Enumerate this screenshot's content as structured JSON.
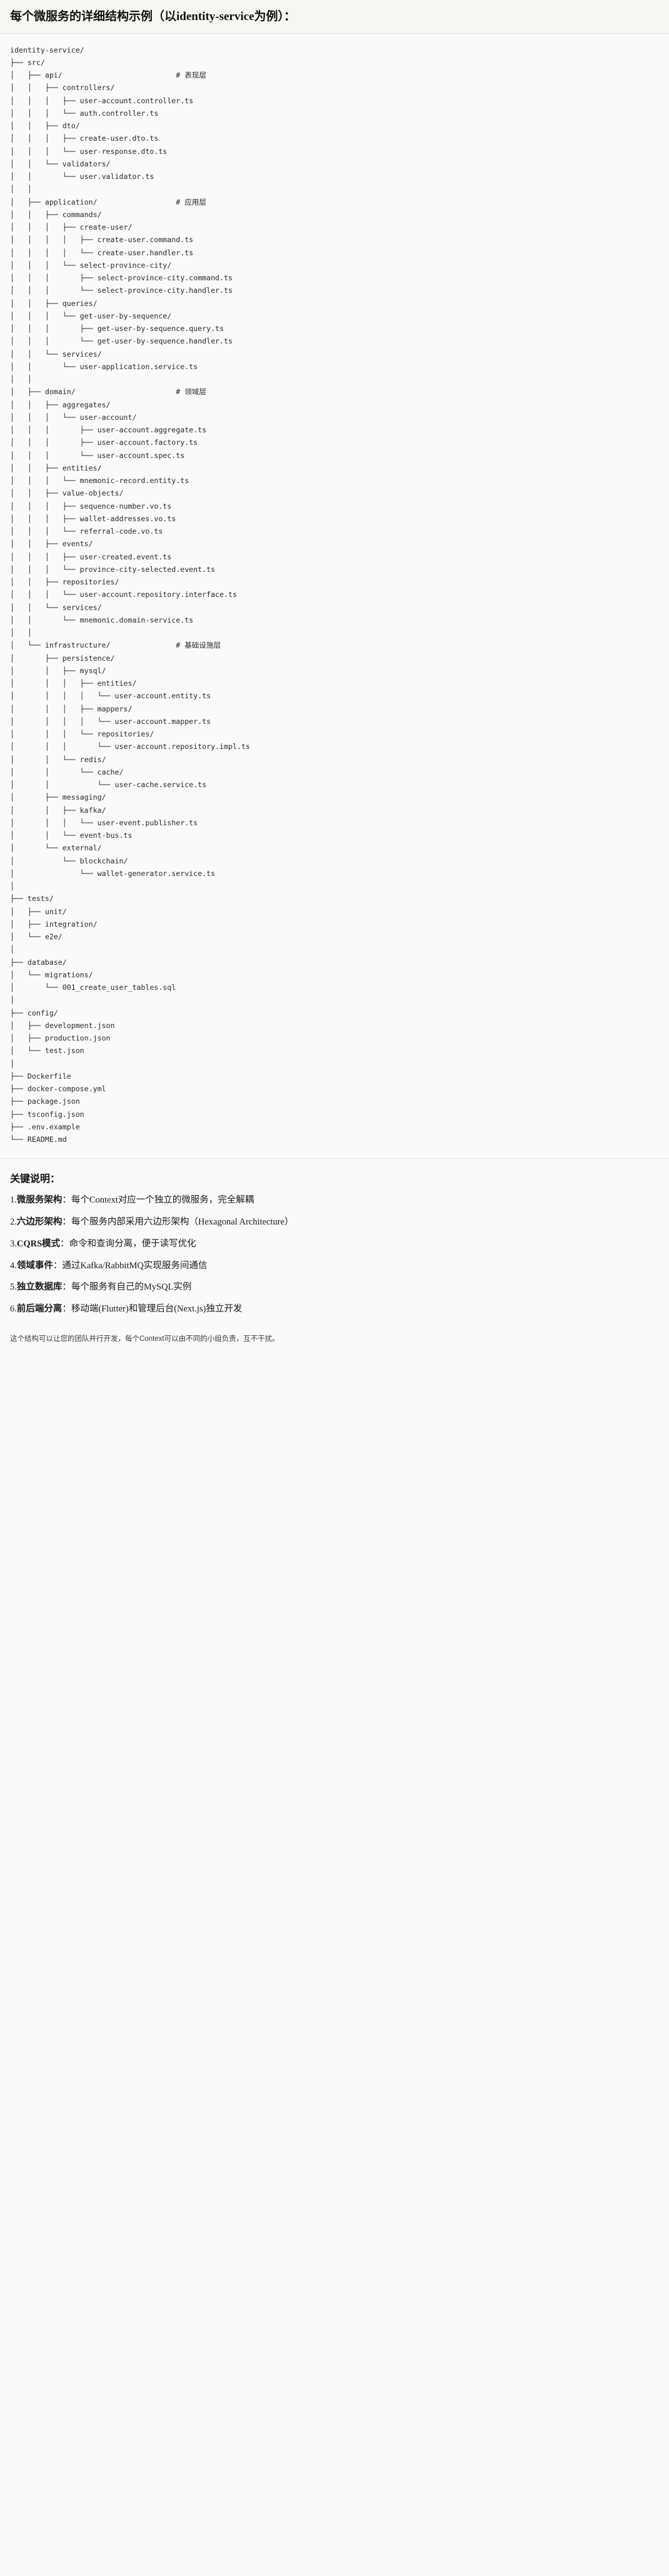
{
  "title": "每个微服务的详细结构示例（以identity-service为例）：",
  "tree": {
    "lines": [
      "identity-service/",
      "├── src/",
      "│   ├── api/                          # 表现层",
      "│   │   ├── controllers/",
      "│   │   │   ├── user-account.controller.ts",
      "│   │   │   └── auth.controller.ts",
      "│   │   ├── dto/",
      "│   │   │   ├── create-user.dto.ts",
      "│   │   │   └── user-response.dto.ts",
      "│   │   └── validators/",
      "│   │       └── user.validator.ts",
      "│   │",
      "│   ├── application/                  # 应用层",
      "│   │   ├── commands/",
      "│   │   │   ├── create-user/",
      "│   │   │   │   ├── create-user.command.ts",
      "│   │   │   │   └── create-user.handler.ts",
      "│   │   │   └── select-province-city/",
      "│   │   │       ├── select-province-city.command.ts",
      "│   │   │       └── select-province-city.handler.ts",
      "│   │   ├── queries/",
      "│   │   │   └── get-user-by-sequence/",
      "│   │   │       ├── get-user-by-sequence.query.ts",
      "│   │   │       └── get-user-by-sequence.handler.ts",
      "│   │   └── services/",
      "│   │       └── user-application.service.ts",
      "│   │",
      "│   ├── domain/                       # 领域层",
      "│   │   ├── aggregates/",
      "│   │   │   └── user-account/",
      "│   │   │       ├── user-account.aggregate.ts",
      "│   │   │       ├── user-account.factory.ts",
      "│   │   │       └── user-account.spec.ts",
      "│   │   ├── entities/",
      "│   │   │   └── mnemonic-record.entity.ts",
      "│   │   ├── value-objects/",
      "│   │   │   ├── sequence-number.vo.ts",
      "│   │   │   ├── wallet-addresses.vo.ts",
      "│   │   │   └── referral-code.vo.ts",
      "│   │   ├── events/",
      "│   │   │   ├── user-created.event.ts",
      "│   │   │   └── province-city-selected.event.ts",
      "│   │   ├── repositories/",
      "│   │   │   └── user-account.repository.interface.ts",
      "│   │   └── services/",
      "│   │       └── mnemonic.domain-service.ts",
      "│   │",
      "│   └── infrastructure/               # 基础设施层",
      "│       ├── persistence/",
      "│       │   ├── mysql/",
      "│       │   │   ├── entities/",
      "│       │   │   │   └── user-account.entity.ts",
      "│       │   │   ├── mappers/",
      "│       │   │   │   └── user-account.mapper.ts",
      "│       │   │   └── repositories/",
      "│       │   │       └── user-account.repository.impl.ts",
      "│       │   └── redis/",
      "│       │       └── cache/",
      "│       │           └── user-cache.service.ts",
      "│       ├── messaging/",
      "│       │   ├── kafka/",
      "│       │   │   └── user-event.publisher.ts",
      "│       │   └── event-bus.ts",
      "│       └── external/",
      "│           └── blockchain/",
      "│               └── wallet-generator.service.ts",
      "│",
      "├── tests/",
      "│   ├── unit/",
      "│   ├── integration/",
      "│   └── e2e/",
      "│",
      "├── database/",
      "│   └── migrations/",
      "│       └── 001_create_user_tables.sql",
      "│",
      "├── config/",
      "│   ├── development.json",
      "│   ├── production.json",
      "│   └── test.json",
      "│",
      "├── Dockerfile",
      "├── docker-compose.yml",
      "├── package.json",
      "├── tsconfig.json",
      "├── .env.example",
      "└── README.md"
    ],
    "layer_comments": [
      "# 表现层",
      "# 应用层",
      "# 领域层",
      "# 基础设施层"
    ]
  },
  "notes": {
    "heading": "关键说明：",
    "items": [
      {
        "index": "1.",
        "term": "微服务架构",
        "desc": "：每个Context对应一个独立的微服务，完全解耦"
      },
      {
        "index": "2.",
        "term": "六边形架构",
        "desc": "：每个服务内部采用六边形架构（Hexagonal Architecture）"
      },
      {
        "index": "3.",
        "term": "CQRS模式",
        "desc": "：命令和查询分离，便于读写优化"
      },
      {
        "index": "4.",
        "term": "领域事件",
        "desc": "：通过Kafka/RabbitMQ实现服务间通信"
      },
      {
        "index": "5.",
        "term": "独立数据库",
        "desc": "：每个服务有自己的MySQL实例"
      },
      {
        "index": "6.",
        "term": "前后端分离",
        "desc": "：移动端(Flutter)和管理后台(Next.js)独立开发"
      }
    ]
  },
  "footer": "这个结构可以让您的团队并行开发，每个Context可以由不同的小组负责，互不干扰。"
}
